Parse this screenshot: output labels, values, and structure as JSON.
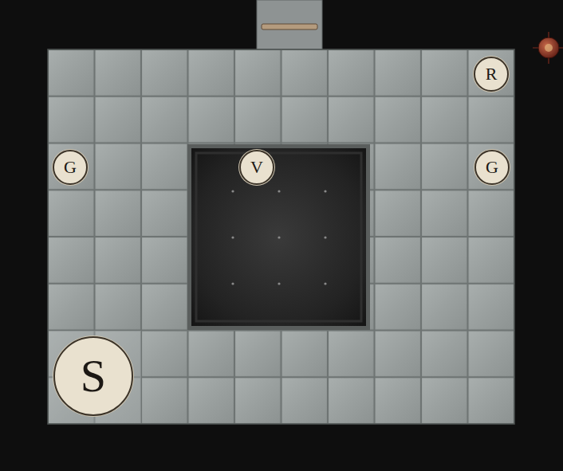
{
  "diagram": {
    "nodes": [
      {
        "text": [
          "R"
        ]
      },
      {
        "text": [
          "G"
        ]
      },
      {
        "text": [
          "V"
        ]
      },
      {
        "text": [
          "G"
        ]
      },
      {
        "text": [
          "S"
        ]
      }
    ]
  }
}
